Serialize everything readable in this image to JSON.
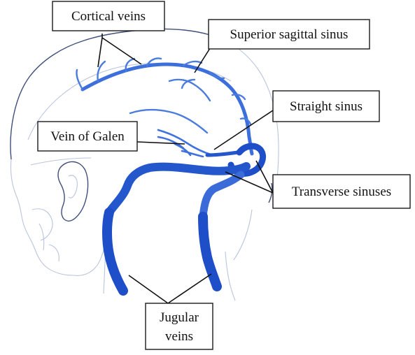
{
  "labels": {
    "cortical_veins": "Cortical veins",
    "superior_sagittal_sinus": "Superior sagittal sinus",
    "straight_sinus": "Straight sinus",
    "vein_of_galen": "Vein of Galen",
    "transverse_sinuses": "Transverse sinuses",
    "jugular_veins_line1": "Jugular",
    "jugular_veins_line2": "veins"
  },
  "colors": {
    "vein_dark": "#1f4fc8",
    "vein_light": "#5f8ee6",
    "sketch": "#b9c4de",
    "outline": "#3f4f7a"
  }
}
